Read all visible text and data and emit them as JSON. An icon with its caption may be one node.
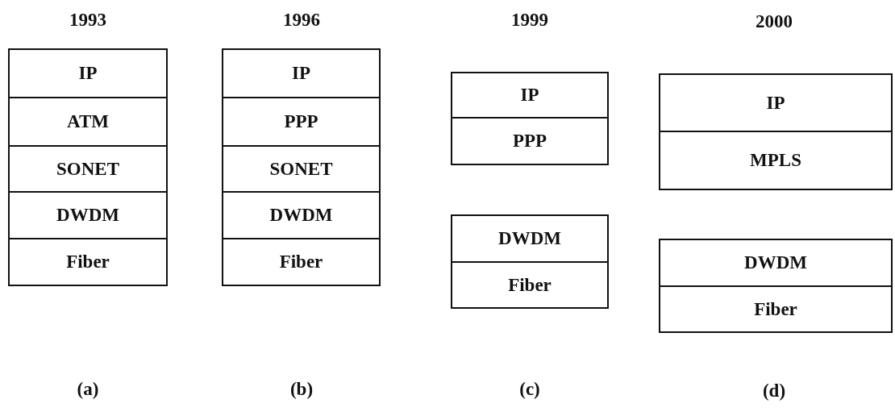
{
  "diagram": {
    "nodes": [
      {
        "text": [
          "IP"
        ]
      },
      {
        "text": [
          "ATM"
        ]
      },
      {
        "text": [
          "SONET"
        ]
      },
      {
        "text": [
          "DWDM"
        ]
      },
      {
        "text": [
          "Fiber"
        ]
      },
      {
        "text": [
          "IP"
        ]
      },
      {
        "text": [
          "PPP"
        ]
      },
      {
        "text": [
          "SONET"
        ]
      },
      {
        "text": [
          "DWDM"
        ]
      },
      {
        "text": [
          "Fiber"
        ]
      },
      {
        "text": [
          "IP"
        ]
      },
      {
        "text": [
          "PPP"
        ]
      },
      {
        "text": [
          "DWDM"
        ]
      },
      {
        "text": [
          "Fiber"
        ]
      },
      {
        "text": [
          "IP"
        ]
      },
      {
        "text": [
          "MPLS"
        ]
      },
      {
        "text": [
          "DWDM"
        ]
      },
      {
        "text": [
          "Fiber"
        ]
      }
    ],
    "labels": [
      "1993",
      "1996",
      "1999",
      "2000",
      "(a)",
      "(b)",
      "(c)",
      "(d)"
    ]
  }
}
